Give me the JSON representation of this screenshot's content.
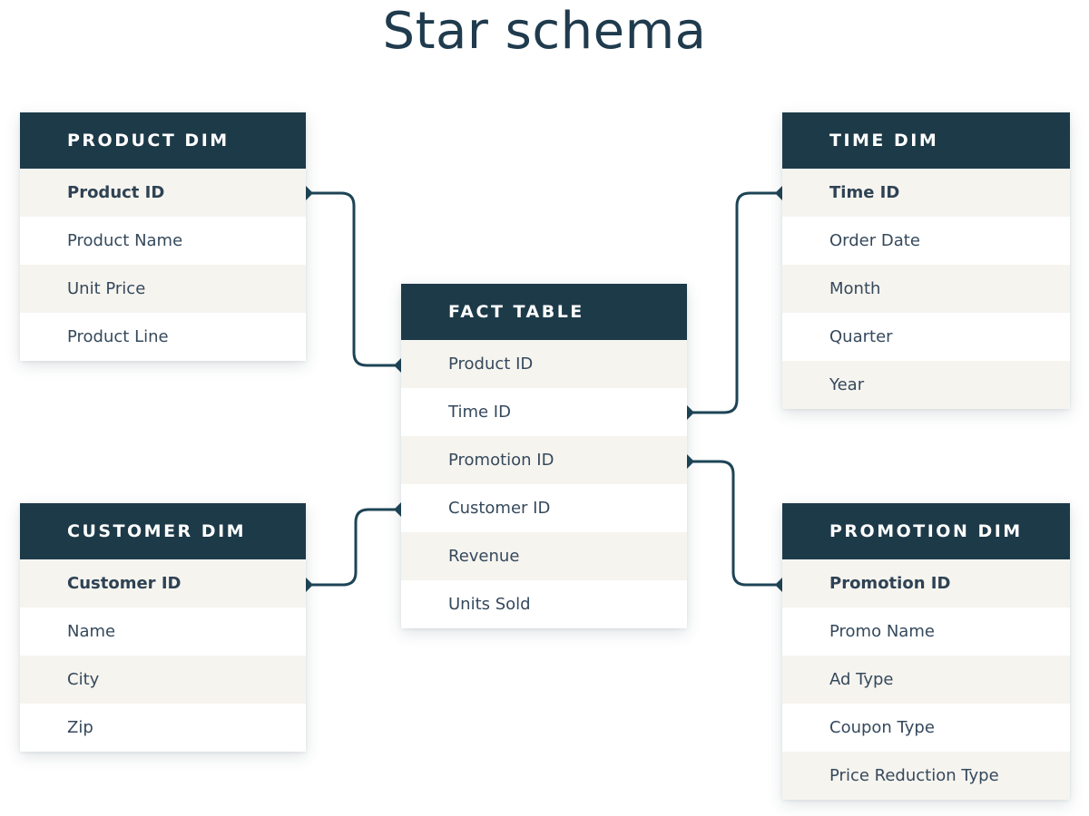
{
  "title": "Star schema",
  "colors": {
    "header_bg": "#1d3a49",
    "row_alt_bg": "#f6f4ef",
    "row_bg": "#ffffff",
    "row_text": "#35495c",
    "title_text": "#1f3b4d",
    "connector": "#1e4456"
  },
  "tables": {
    "product_dim": {
      "title": "PRODUCT DIM",
      "rows": [
        {
          "label": "Product ID",
          "key": true
        },
        {
          "label": "Product Name",
          "key": false
        },
        {
          "label": "Unit Price",
          "key": false
        },
        {
          "label": "Product Line",
          "key": false
        }
      ]
    },
    "time_dim": {
      "title": "TIME DIM",
      "rows": [
        {
          "label": "Time ID",
          "key": true
        },
        {
          "label": "Order Date",
          "key": false
        },
        {
          "label": "Month",
          "key": false
        },
        {
          "label": "Quarter",
          "key": false
        },
        {
          "label": "Year",
          "key": false
        }
      ]
    },
    "fact_table": {
      "title": "FACT TABLE",
      "rows": [
        {
          "label": "Product ID",
          "key": false
        },
        {
          "label": "Time ID",
          "key": false
        },
        {
          "label": "Promotion ID",
          "key": false
        },
        {
          "label": "Customer ID",
          "key": false
        },
        {
          "label": "Revenue",
          "key": false
        },
        {
          "label": "Units Sold",
          "key": false
        }
      ]
    },
    "customer_dim": {
      "title": "CUSTOMER DIM",
      "rows": [
        {
          "label": "Customer ID",
          "key": true
        },
        {
          "label": "Name",
          "key": false
        },
        {
          "label": "City",
          "key": false
        },
        {
          "label": "Zip",
          "key": false
        }
      ]
    },
    "promotion_dim": {
      "title": "PROMOTION DIM",
      "rows": [
        {
          "label": "Promotion ID",
          "key": true
        },
        {
          "label": "Promo Name",
          "key": false
        },
        {
          "label": "Ad Type",
          "key": false
        },
        {
          "label": "Coupon Type",
          "key": false
        },
        {
          "label": "Price Reduction Type",
          "key": false
        }
      ]
    }
  },
  "connections": [
    {
      "from": "PRODUCT DIM.Product ID",
      "to": "FACT TABLE.Product ID"
    },
    {
      "from": "TIME DIM.Time ID",
      "to": "FACT TABLE.Time ID"
    },
    {
      "from": "CUSTOMER DIM.Customer ID",
      "to": "FACT TABLE.Customer ID"
    },
    {
      "from": "PROMOTION DIM.Promotion ID",
      "to": "FACT TABLE.Promotion ID"
    }
  ]
}
